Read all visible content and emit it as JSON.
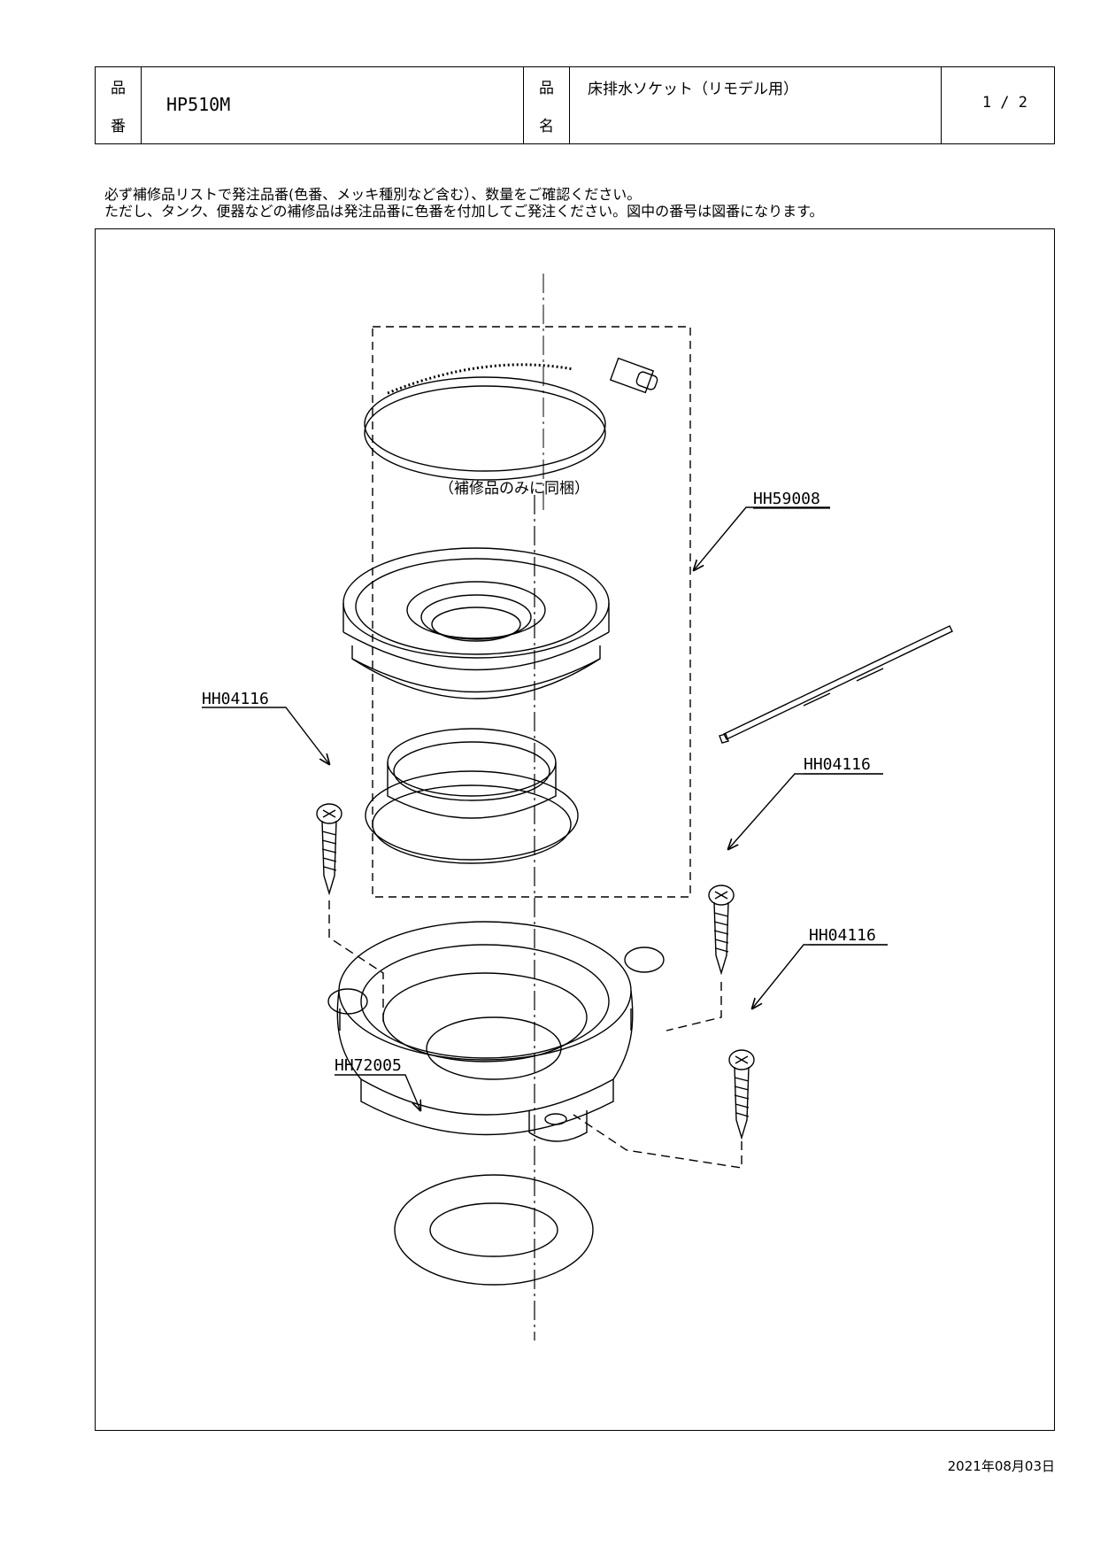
{
  "header": {
    "partno_label_top": "品",
    "partno_label_bottom": "番",
    "partno": "HP510M",
    "name_label_top": "品",
    "name_label_bottom": "名",
    "name": "床排水ソケット（リモデル用）",
    "page": "1 / 2"
  },
  "notice": {
    "line1": "必ず補修品リストで発注品番(色番、メッキ種別など含む）、数量をご確認ください。",
    "line2": "ただし、タンク、便器などの補修品は発注品番に色番を付加してご発注ください。図中の番号は図番になります。"
  },
  "drawing": {
    "callout_kit": "HH59008",
    "kit_note": "（補修品のみに同梱）",
    "callout_screw_left": "HH04116",
    "callout_screw_right_top": "HH04116",
    "callout_screw_right_bottom": "HH04116",
    "callout_gasket": "HH72005"
  },
  "footer": {
    "date": "2021年08月03日"
  }
}
